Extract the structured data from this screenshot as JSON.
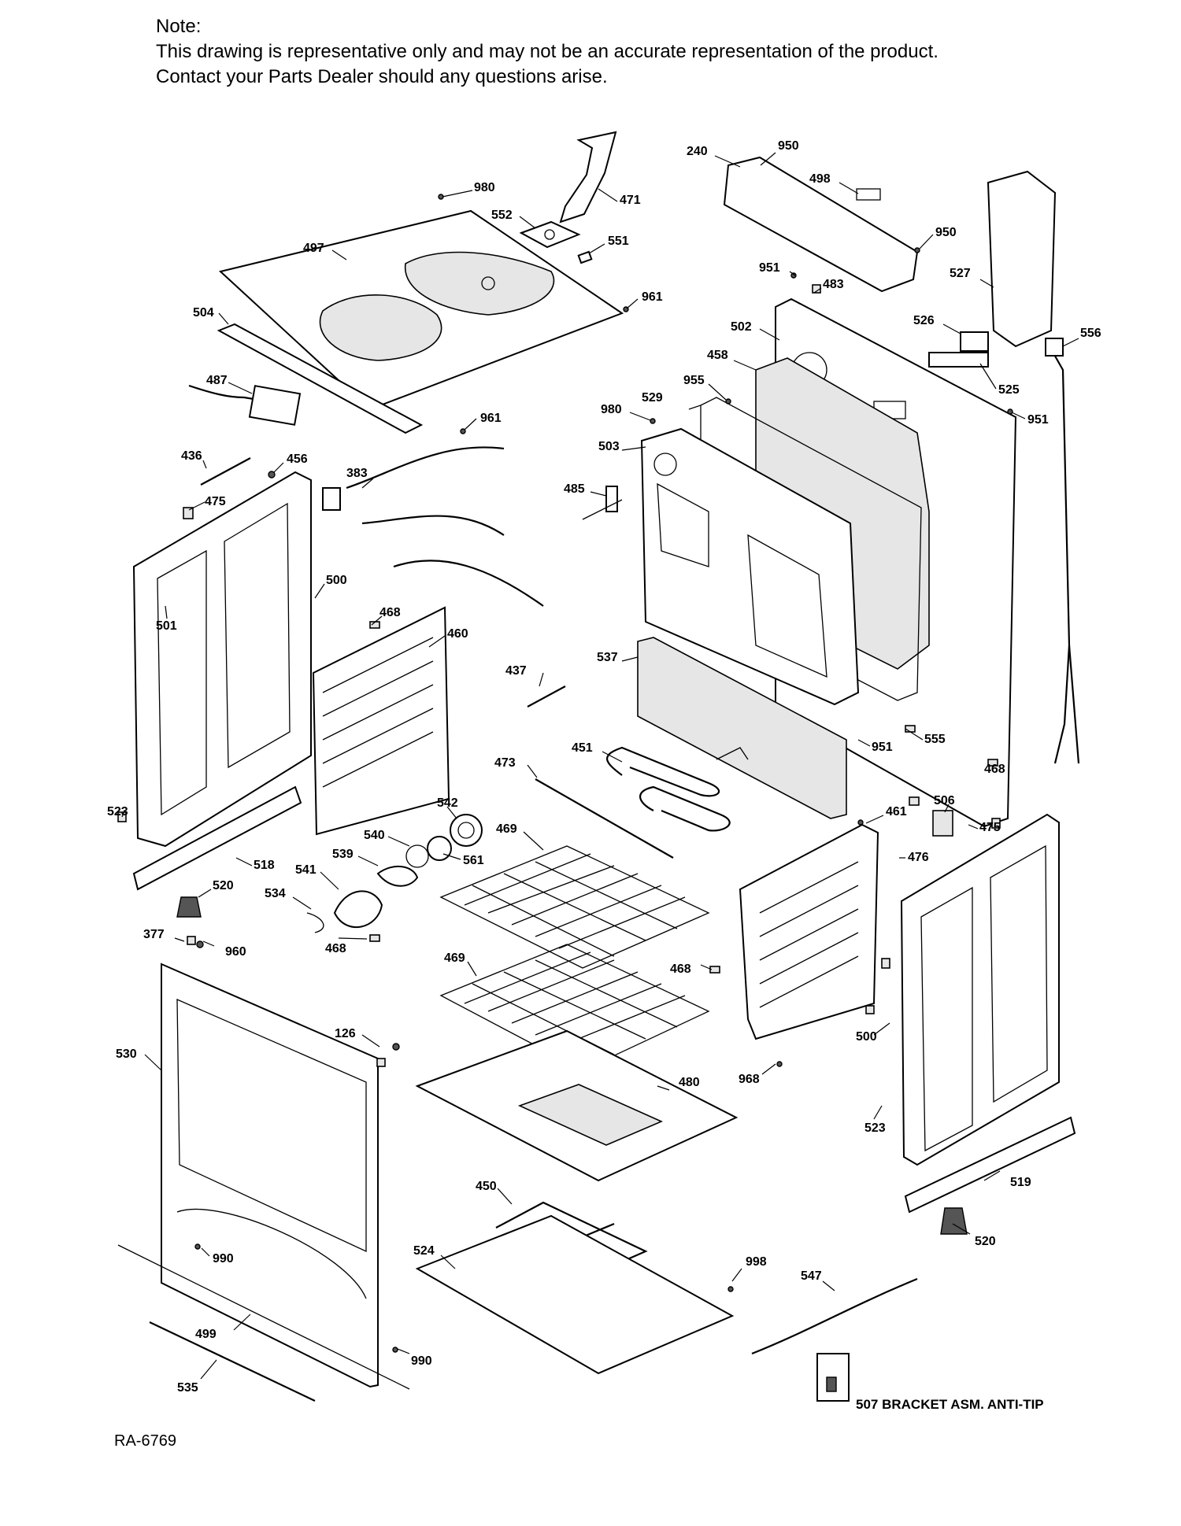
{
  "note": {
    "heading": "Note:",
    "line1": "This drawing is representative only and may not be an accurate representation of the product.",
    "line2": "Contact your Parts Dealer should any questions arise."
  },
  "callouts": [
    {
      "id": "c240",
      "text": "240"
    },
    {
      "id": "c950a",
      "text": "950"
    },
    {
      "id": "c498",
      "text": "498"
    },
    {
      "id": "c950b",
      "text": "950"
    },
    {
      "id": "c527",
      "text": "527"
    },
    {
      "id": "c951a",
      "text": "951"
    },
    {
      "id": "c483",
      "text": "483"
    },
    {
      "id": "c980a",
      "text": "980"
    },
    {
      "id": "c471",
      "text": "471"
    },
    {
      "id": "c552",
      "text": "552"
    },
    {
      "id": "c551",
      "text": "551"
    },
    {
      "id": "c497",
      "text": "497"
    },
    {
      "id": "c961a",
      "text": "961"
    },
    {
      "id": "c504",
      "text": "504"
    },
    {
      "id": "c487",
      "text": "487"
    },
    {
      "id": "c961b",
      "text": "961"
    },
    {
      "id": "c502",
      "text": "502"
    },
    {
      "id": "c526",
      "text": "526"
    },
    {
      "id": "c556",
      "text": "556"
    },
    {
      "id": "c458",
      "text": "458"
    },
    {
      "id": "c525",
      "text": "525"
    },
    {
      "id": "c955",
      "text": "955"
    },
    {
      "id": "c951b",
      "text": "951"
    },
    {
      "id": "c980b",
      "text": "980"
    },
    {
      "id": "c529",
      "text": "529"
    },
    {
      "id": "c436",
      "text": "436"
    },
    {
      "id": "c456",
      "text": "456"
    },
    {
      "id": "c383",
      "text": "383"
    },
    {
      "id": "c503",
      "text": "503"
    },
    {
      "id": "c475a",
      "text": "475"
    },
    {
      "id": "c485",
      "text": "485"
    },
    {
      "id": "c500a",
      "text": "500"
    },
    {
      "id": "c501",
      "text": "501"
    },
    {
      "id": "c468a",
      "text": "468"
    },
    {
      "id": "c460",
      "text": "460"
    },
    {
      "id": "c437",
      "text": "437"
    },
    {
      "id": "c537",
      "text": "537"
    },
    {
      "id": "c451",
      "text": "451"
    },
    {
      "id": "c473",
      "text": "473"
    },
    {
      "id": "c951c",
      "text": "951"
    },
    {
      "id": "c555",
      "text": "555"
    },
    {
      "id": "c468b",
      "text": "468"
    },
    {
      "id": "c523a",
      "text": "523"
    },
    {
      "id": "c542",
      "text": "542"
    },
    {
      "id": "c506",
      "text": "506"
    },
    {
      "id": "c461",
      "text": "461"
    },
    {
      "id": "c475b",
      "text": "475"
    },
    {
      "id": "c540",
      "text": "540"
    },
    {
      "id": "c469a",
      "text": "469"
    },
    {
      "id": "c539",
      "text": "539"
    },
    {
      "id": "c561",
      "text": "561"
    },
    {
      "id": "c476",
      "text": "476"
    },
    {
      "id": "c518",
      "text": "518"
    },
    {
      "id": "c541",
      "text": "541"
    },
    {
      "id": "c520a",
      "text": "520"
    },
    {
      "id": "c534",
      "text": "534"
    },
    {
      "id": "c377",
      "text": "377"
    },
    {
      "id": "c960",
      "text": "960"
    },
    {
      "id": "c468c",
      "text": "468"
    },
    {
      "id": "c469b",
      "text": "469"
    },
    {
      "id": "c468d",
      "text": "468"
    },
    {
      "id": "c126",
      "text": "126"
    },
    {
      "id": "c530",
      "text": "530"
    },
    {
      "id": "c500b",
      "text": "500"
    },
    {
      "id": "c968",
      "text": "968"
    },
    {
      "id": "c480",
      "text": "480"
    },
    {
      "id": "c523b",
      "text": "523"
    },
    {
      "id": "c519",
      "text": "519"
    },
    {
      "id": "c450",
      "text": "450"
    },
    {
      "id": "c520b",
      "text": "520"
    },
    {
      "id": "c524",
      "text": "524"
    },
    {
      "id": "c990a",
      "text": "990"
    },
    {
      "id": "c998",
      "text": "998"
    },
    {
      "id": "c547",
      "text": "547"
    },
    {
      "id": "c499",
      "text": "499"
    },
    {
      "id": "c990b",
      "text": "990"
    },
    {
      "id": "c535",
      "text": "535"
    }
  ],
  "anti_tip_label": "507  BRACKET ASM. ANTI-TIP",
  "drawing_number": "RA-6769"
}
